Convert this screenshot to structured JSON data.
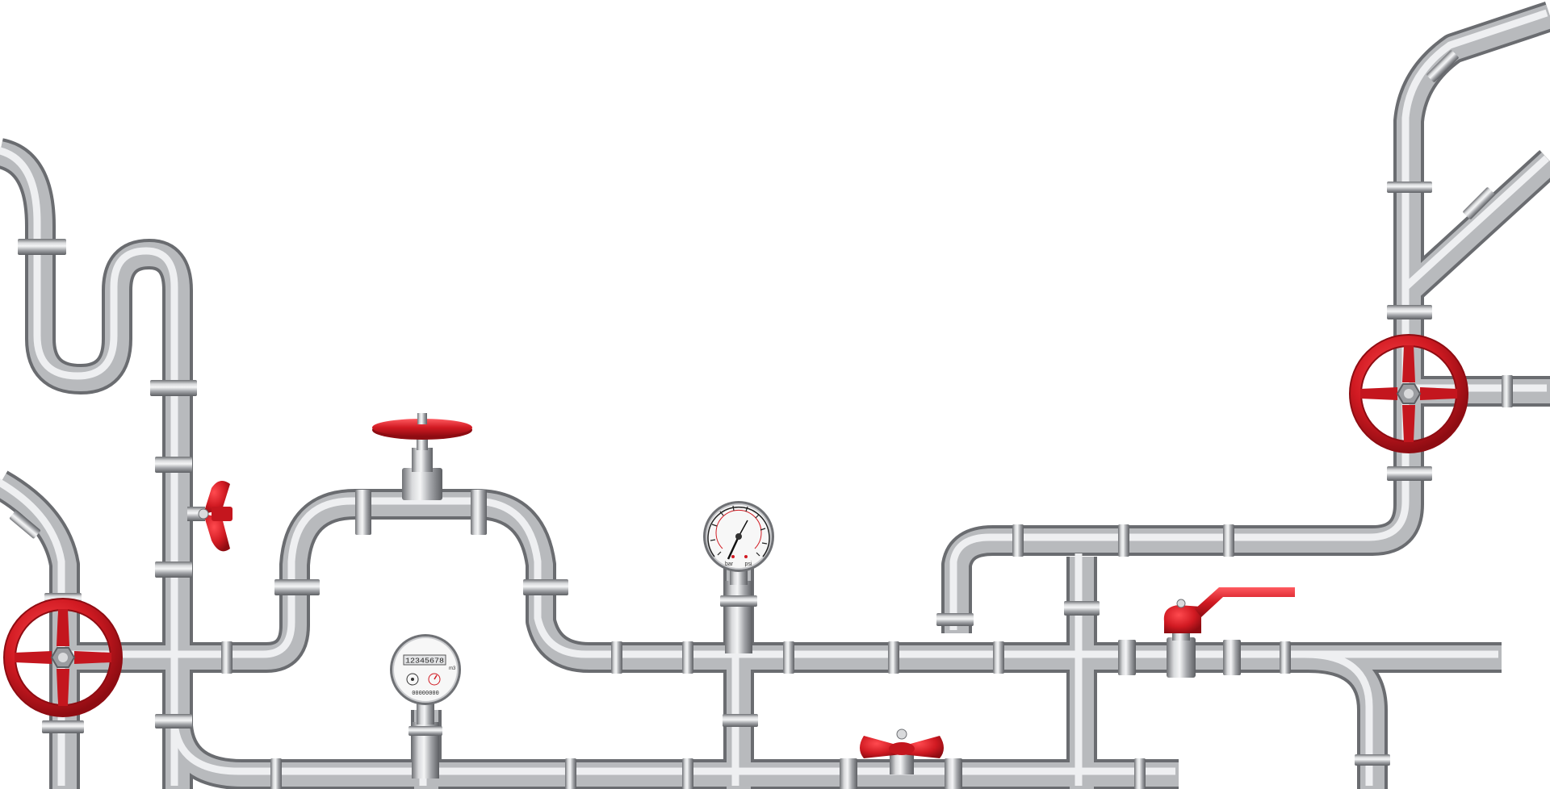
{
  "scene": {
    "background": "#ffffff",
    "pipe_color": "#9a9ca0",
    "pipe_highlight": "#e9eaec",
    "valve_color": "#d11a22",
    "valve_dark": "#8e0c12"
  },
  "objects": {
    "hand_wheel_valves": 3,
    "butterfly_valves": 2,
    "lever_ball_valves": 1,
    "pressure_gauges": 1,
    "water_meters": 1
  },
  "pressure_gauge": {
    "unit_left": "bar",
    "unit_right": "psi"
  },
  "water_meter": {
    "counter_digits": "00000000",
    "odometer": "12345678",
    "unit": "m3"
  }
}
